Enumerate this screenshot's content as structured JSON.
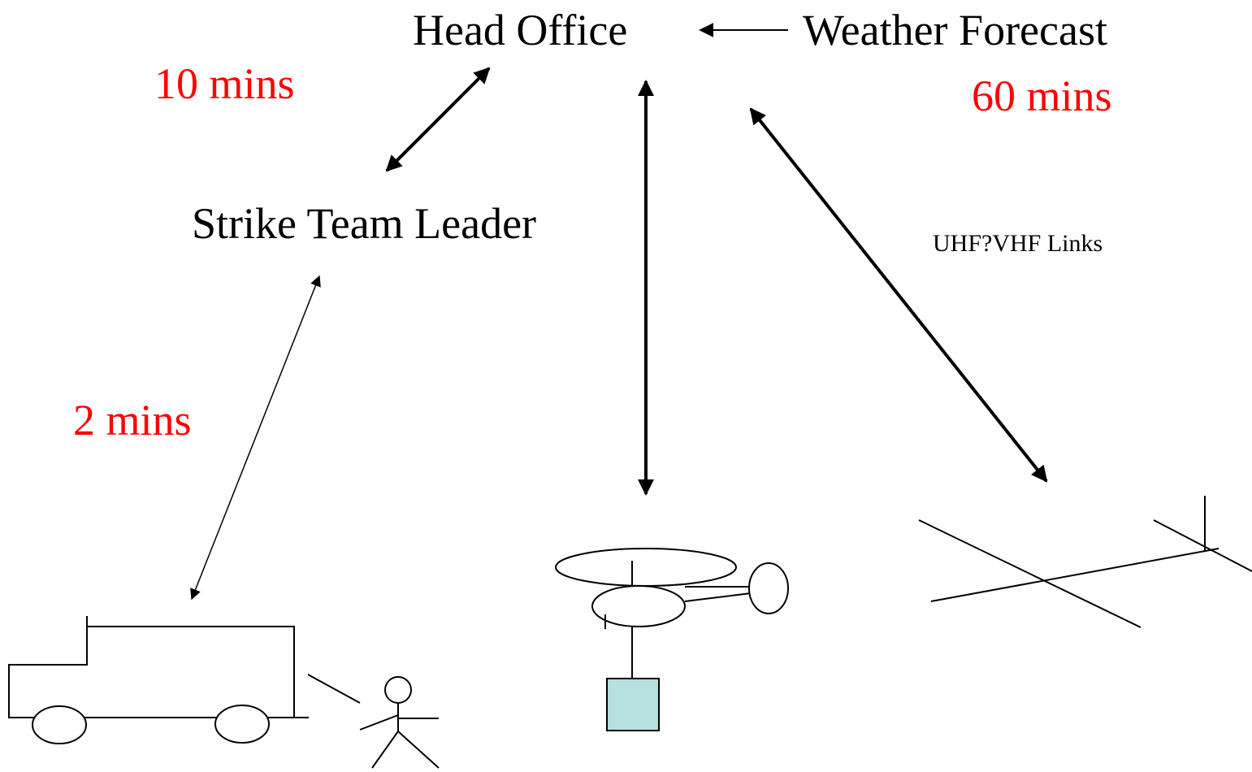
{
  "nodes": {
    "head_office": "Head Office",
    "weather_forecast": "Weather Forecast",
    "strike_team_leader": "Strike Team Leader"
  },
  "times": {
    "head_office_to_leader": "10 mins",
    "weather_to_head_office": "60 mins",
    "leader_to_truck": "2 mins"
  },
  "link_label": "UHF?VHF Links",
  "colors": {
    "time_label": "#ff0000",
    "text": "#000000",
    "bucket_fill": "#b7e0e0"
  },
  "icons": [
    "fire-truck-icon",
    "firefighter-icon",
    "helicopter-icon",
    "water-bucket-icon",
    "airplane-icon"
  ]
}
